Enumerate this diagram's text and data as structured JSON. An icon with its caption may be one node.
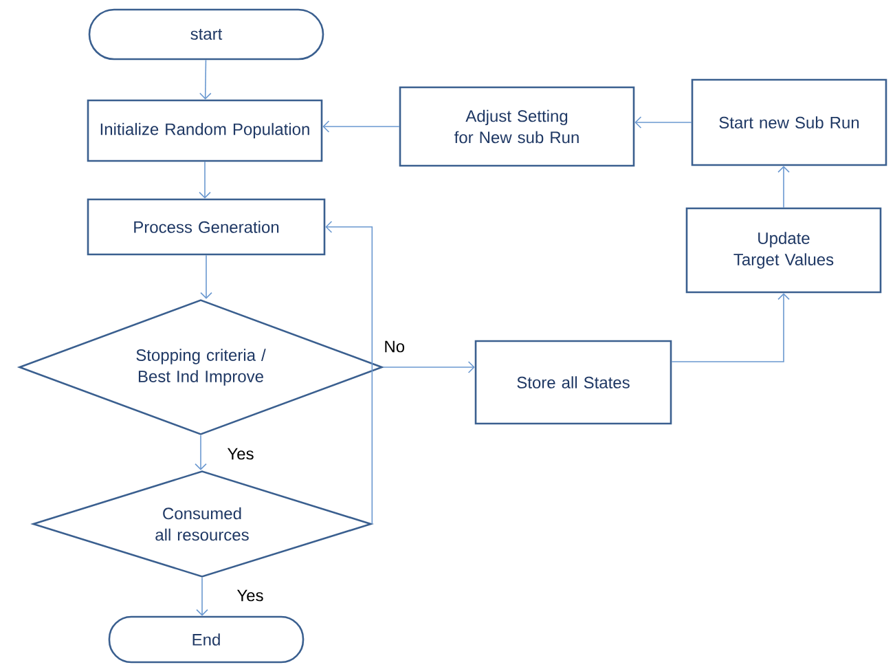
{
  "diagram": {
    "nodes": [
      {
        "text": [
          "start"
        ]
      },
      {
        "text": [
          "Initialize Random Population"
        ]
      },
      {
        "text": [
          "Process Generation"
        ]
      },
      {
        "text": [
          "Stopping criteria / Best Ind Improve"
        ]
      },
      {
        "text": [
          "Consumed all resources"
        ]
      },
      {
        "text": [
          "End"
        ]
      },
      {
        "text": [
          "Store all States"
        ]
      },
      {
        "text": [
          "Update Target Values"
        ]
      },
      {
        "text": [
          "Start new Sub Run"
        ]
      },
      {
        "text": [
          "Adjust Setting for New sub Run"
        ]
      }
    ],
    "edges": [
      {
        "from": 0,
        "to": 1,
        "arrow": "to"
      },
      {
        "from": 1,
        "to": 2,
        "arrow": "to"
      },
      {
        "from": 2,
        "to": 3,
        "arrow": "to"
      },
      {
        "from": 3,
        "to": 4,
        "arrow": "to",
        "label": "Yes"
      },
      {
        "from": 4,
        "to": 5,
        "arrow": "to",
        "label": "Yes"
      },
      {
        "from": 3,
        "to": 6,
        "arrow": "to",
        "label": "No"
      },
      {
        "from": 4,
        "to": 2,
        "arrow": "to"
      },
      {
        "from": 6,
        "to": 7,
        "arrow": "to"
      },
      {
        "from": 7,
        "to": 8,
        "arrow": "to"
      },
      {
        "from": 8,
        "to": 9,
        "arrow": "to"
      },
      {
        "from": 9,
        "to": 1,
        "arrow": "to"
      }
    ]
  }
}
